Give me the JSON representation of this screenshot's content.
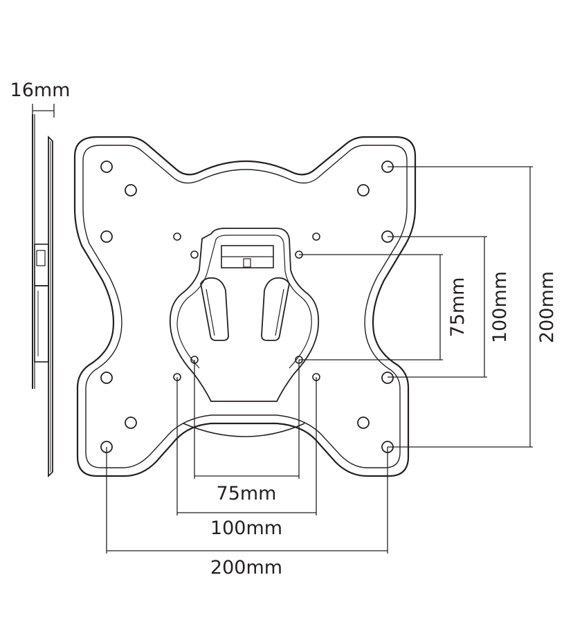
{
  "dimensions": {
    "thickness": "16mm",
    "horizontal_inner": "75mm",
    "horizontal_middle": "100mm",
    "horizontal_outer": "200mm",
    "vertical_inner": "75mm",
    "vertical_middle": "100mm",
    "vertical_outer": "200mm"
  },
  "colors": {
    "line": "#231f20",
    "background": "#ffffff"
  }
}
